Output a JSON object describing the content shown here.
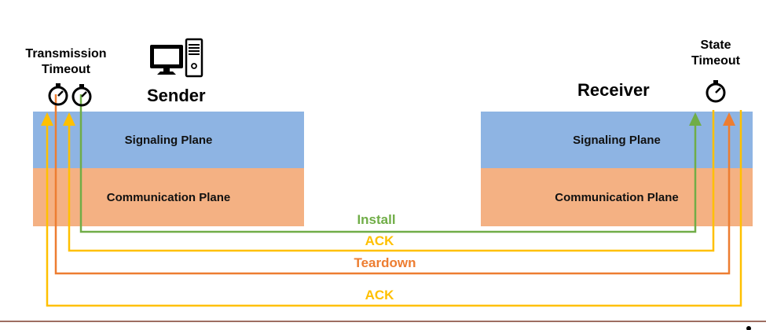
{
  "sender": {
    "title": "Sender",
    "timeout_label_line1": "Transmission",
    "timeout_label_line2": "Timeout",
    "signaling_plane": "Signaling Plane",
    "communication_plane": "Communication Plane"
  },
  "receiver": {
    "title": "Receiver",
    "timeout_label_line1": "State",
    "timeout_label_line2": "Timeout",
    "signaling_plane": "Signaling Plane",
    "communication_plane": "Communication Plane"
  },
  "flows": [
    {
      "label": "Install",
      "color": "#70ad47"
    },
    {
      "label": "ACK",
      "color": "#ffc000"
    },
    {
      "label": "Teardown",
      "color": "#ed7d31"
    },
    {
      "label": "ACK",
      "color": "#ffc000"
    }
  ],
  "colors": {
    "signaling_plane": "#8eb4e3",
    "communication_plane": "#f4b183",
    "footer_rule": "#7f3f2f"
  },
  "icons": {
    "sender": "computer-icon",
    "transmission_timeout": "stopwatch-icon",
    "state_timeout": "stopwatch-icon"
  }
}
